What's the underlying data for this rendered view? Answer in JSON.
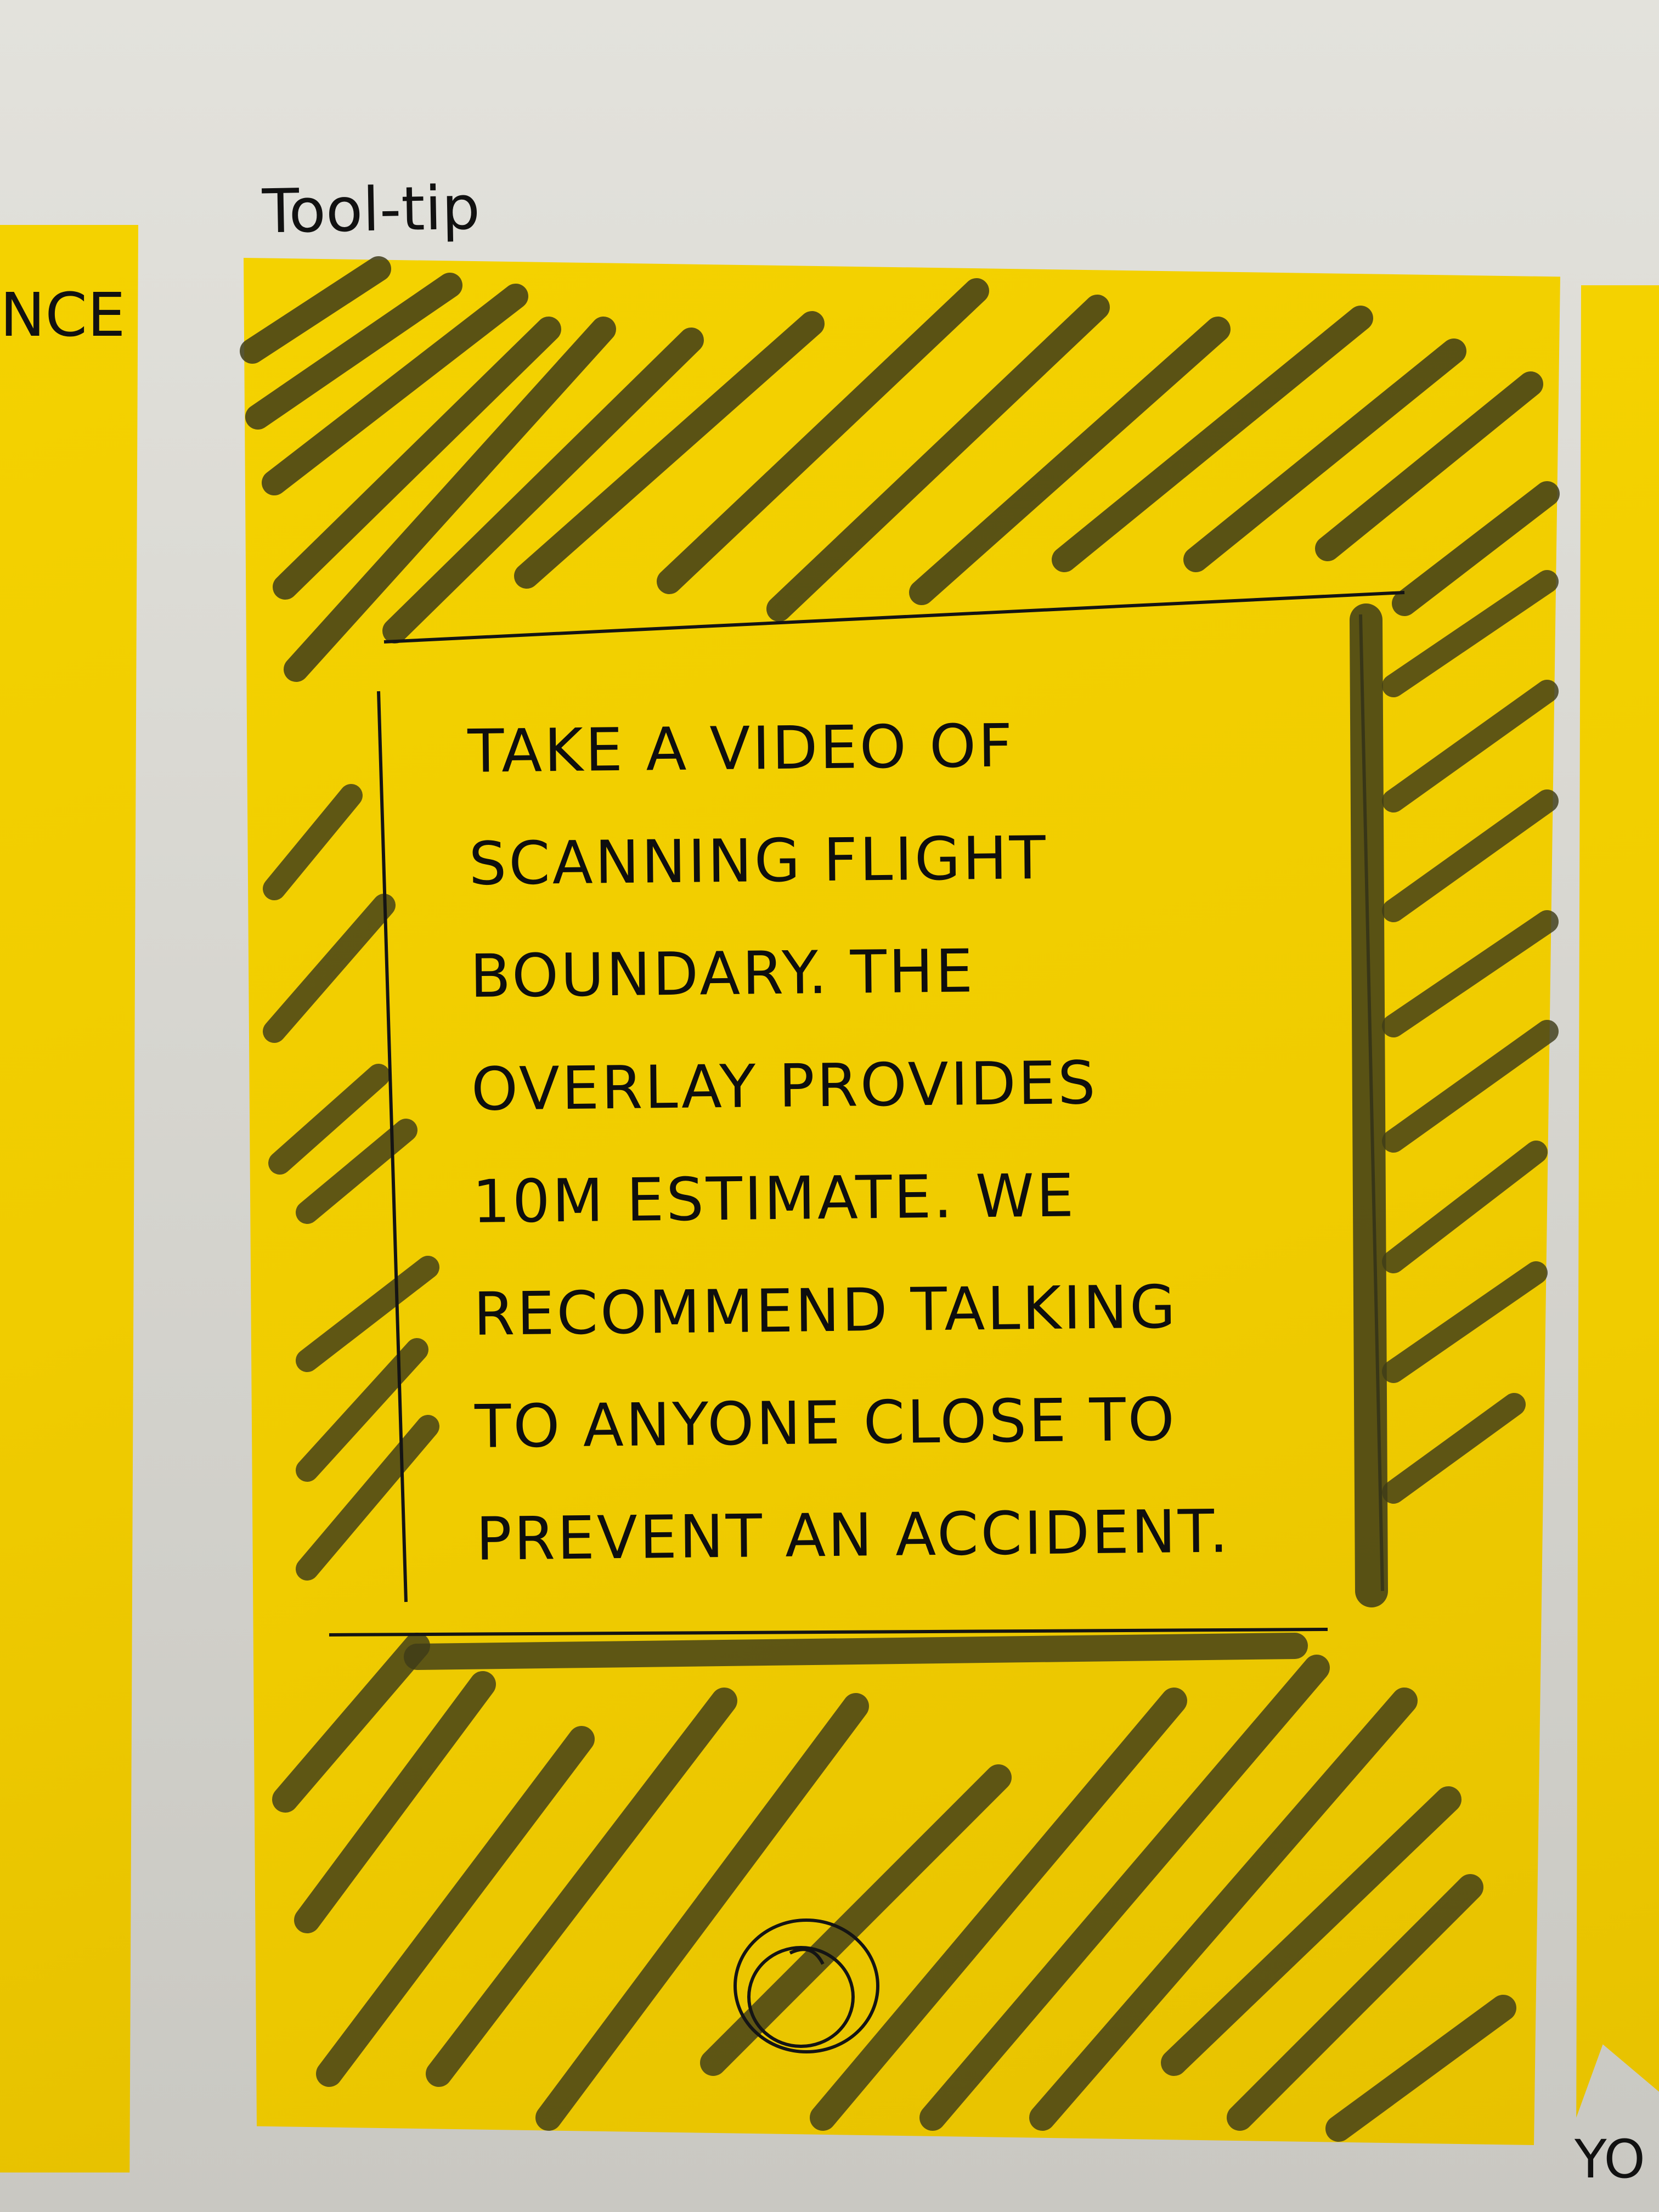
{
  "labels": {
    "card_title": "Tool-tip",
    "left_note_fragment": "NCE",
    "right_note_fragment": "YO"
  },
  "card": {
    "lines": [
      "TAKE A VIDEO OF",
      "SCANNING FLIGHT",
      "BOUNDARY. THE",
      "OVERLAY PROVIDES",
      "10M ESTIMATE. WE",
      "RECOMMEND TALKING",
      "TO ANYONE CLOSE TO",
      "PREVENT AN ACCIDENT."
    ]
  },
  "colors": {
    "sticky_note": "#f2cf00",
    "marker_ink": "#3c3a1a",
    "pen_ink": "#111111",
    "wall": "#dddcd6"
  },
  "icons": {
    "home_button": "circle-button-icon"
  }
}
